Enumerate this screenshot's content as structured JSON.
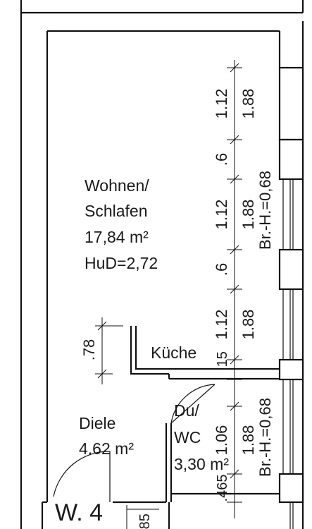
{
  "rooms": {
    "wohnen": {
      "name_line1": "Wohnen/",
      "name_line2": "Schlafen",
      "area": "17,84 m²",
      "height": "HuD=2,72"
    },
    "kueche": {
      "name": "Küche"
    },
    "diele": {
      "name": "Diele",
      "area": "4.62 m²"
    },
    "duwc": {
      "name_line1": "Du/",
      "name_line2": "WC",
      "area": "3,30 m²"
    }
  },
  "unit_label": "W. 4",
  "dimensions": {
    "window_column": [
      "1.12",
      ".6",
      "1.12",
      ".6",
      "1.12",
      ".15",
      "1.06",
      ".465"
    ],
    "window_widths": [
      "1.88",
      "1.88",
      "1.88",
      "1.88"
    ],
    "parapet_upper": "Br.-H.=0,68",
    "parapet_lower": "Br.-H.=0,68",
    "partition": ".78",
    "bottom": ".85"
  }
}
